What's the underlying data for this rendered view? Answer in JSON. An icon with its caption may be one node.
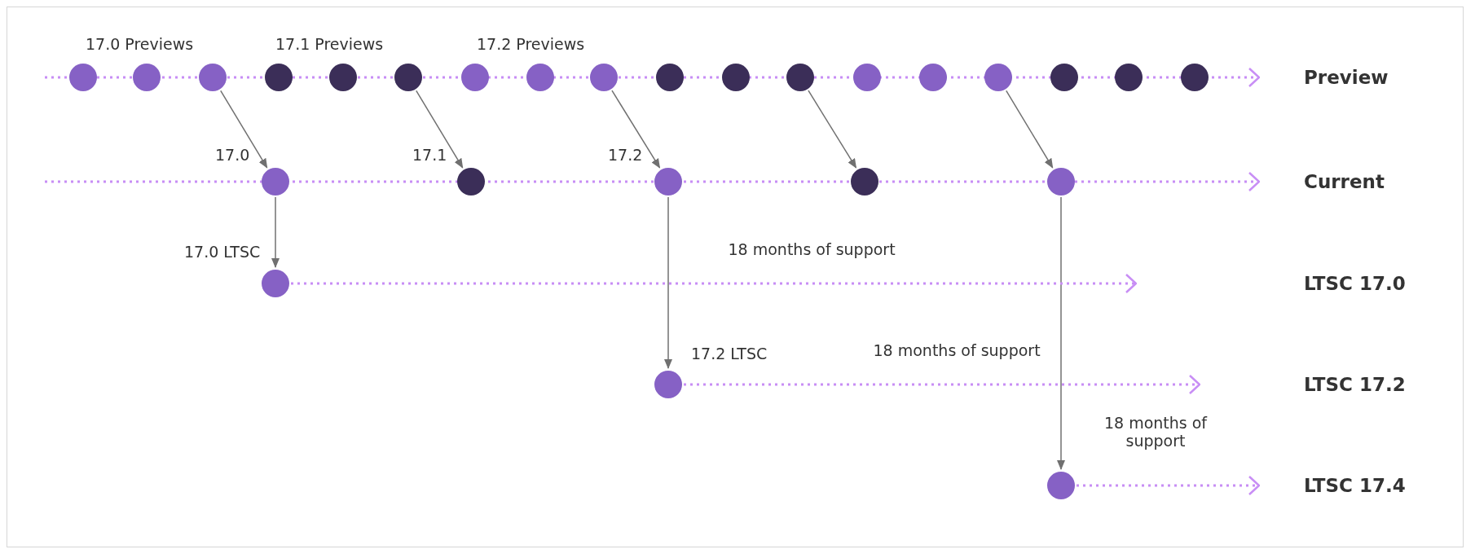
{
  "diagram": {
    "nodes": [
      {
        "text": [],
        "shape": "circle"
      },
      {
        "text": [],
        "shape": "circle"
      },
      {
        "text": [],
        "shape": "circle"
      },
      {
        "text": [],
        "shape": "circle"
      },
      {
        "text": [],
        "shape": "circle"
      },
      {
        "text": [],
        "shape": "circle"
      },
      {
        "text": [],
        "shape": "circle"
      },
      {
        "text": [],
        "shape": "circle"
      },
      {
        "text": [],
        "shape": "circle"
      },
      {
        "text": [],
        "shape": "circle"
      },
      {
        "text": [],
        "shape": "circle"
      },
      {
        "text": [],
        "shape": "circle"
      },
      {
        "text": [],
        "shape": "circle"
      },
      {
        "text": [],
        "shape": "circle"
      },
      {
        "text": [],
        "shape": "circle"
      },
      {
        "text": [],
        "shape": "circle"
      },
      {
        "text": [],
        "shape": "circle"
      },
      {
        "text": [],
        "shape": "circle"
      },
      {
        "text": [],
        "shape": "circle",
        "beside": [
          "17.0"
        ]
      },
      {
        "text": [],
        "shape": "circle",
        "beside": [
          "17.1"
        ]
      },
      {
        "text": [],
        "shape": "circle",
        "beside": [
          "17.2"
        ]
      },
      {
        "text": [],
        "shape": "circle"
      },
      {
        "text": [],
        "shape": "circle"
      },
      {
        "text": [],
        "shape": "circle",
        "beside": [
          "17.0 LTSC"
        ]
      },
      {
        "text": [],
        "shape": "circle",
        "beside": [
          "17.2 LTSC"
        ]
      },
      {
        "text": [],
        "shape": "circle"
      }
    ],
    "edges": [
      {
        "from": 2,
        "to": 18,
        "arrow": "to"
      },
      {
        "from": 5,
        "to": 19,
        "arrow": "to"
      },
      {
        "from": 8,
        "to": 20,
        "arrow": "to"
      },
      {
        "from": 11,
        "to": 21,
        "arrow": "to"
      },
      {
        "from": 14,
        "to": 22,
        "arrow": "to"
      },
      {
        "from": 18,
        "to": 23,
        "arrow": "to"
      },
      {
        "from": 20,
        "to": 24,
        "arrow": "to"
      },
      {
        "from": 22,
        "to": 25,
        "arrow": "to"
      },
      {
        "from": 23,
        "to": null,
        "arrow": "to",
        "label": "18 months of support",
        "style": "dashed",
        "color": "#c88ef5"
      },
      {
        "from": 24,
        "to": null,
        "arrow": "to",
        "label": "18 months of support",
        "style": "dashed",
        "color": "#c88ef5"
      },
      {
        "from": 25,
        "to": null,
        "arrow": "to",
        "label": "18 months of support",
        "style": "dashed",
        "color": "#c88ef5"
      }
    ],
    "labels": [
      "17.0 Previews",
      "17.1 Previews",
      "17.2 Previews",
      "Preview",
      "Current",
      "LTSC 17.0",
      "LTSC 17.2",
      "LTSC 17.4"
    ]
  }
}
